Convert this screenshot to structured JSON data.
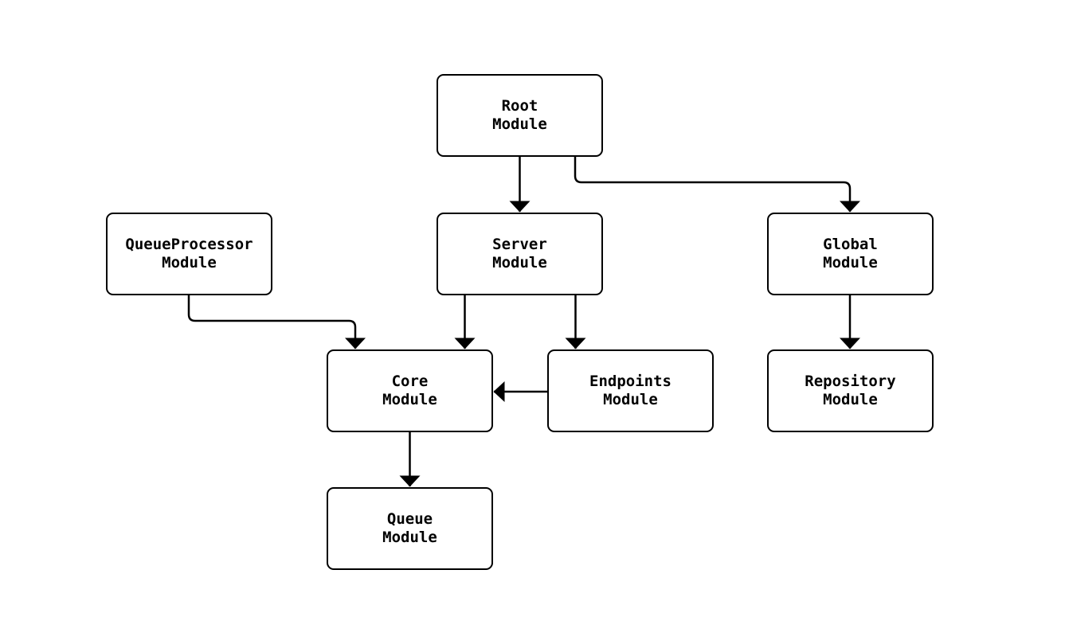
{
  "diagram": {
    "type": "module-dependency-graph",
    "colors": {
      "background": "#ffffff",
      "node_fill": "#ffffff",
      "node_border": "#000000",
      "edge": "#000000",
      "text": "#000000"
    },
    "nodes": {
      "root": {
        "label": "Root\nModule"
      },
      "queue_processor": {
        "label": "QueueProcessor\nModule"
      },
      "server": {
        "label": "Server\nModule"
      },
      "global": {
        "label": "Global\nModule"
      },
      "core": {
        "label": "Core\nModule"
      },
      "endpoints": {
        "label": "Endpoints\nModule"
      },
      "repository": {
        "label": "Repository\nModule"
      },
      "queue": {
        "label": "Queue\nModule"
      }
    },
    "edges": [
      {
        "from": "Root Module",
        "to": "Server Module"
      },
      {
        "from": "Root Module",
        "to": "Global Module"
      },
      {
        "from": "QueueProcessor Module",
        "to": "Core Module"
      },
      {
        "from": "Server Module",
        "to": "Core Module"
      },
      {
        "from": "Server Module",
        "to": "Endpoints Module"
      },
      {
        "from": "Endpoints Module",
        "to": "Core Module"
      },
      {
        "from": "Core Module",
        "to": "Queue Module"
      },
      {
        "from": "Global Module",
        "to": "Repository Module"
      }
    ]
  }
}
